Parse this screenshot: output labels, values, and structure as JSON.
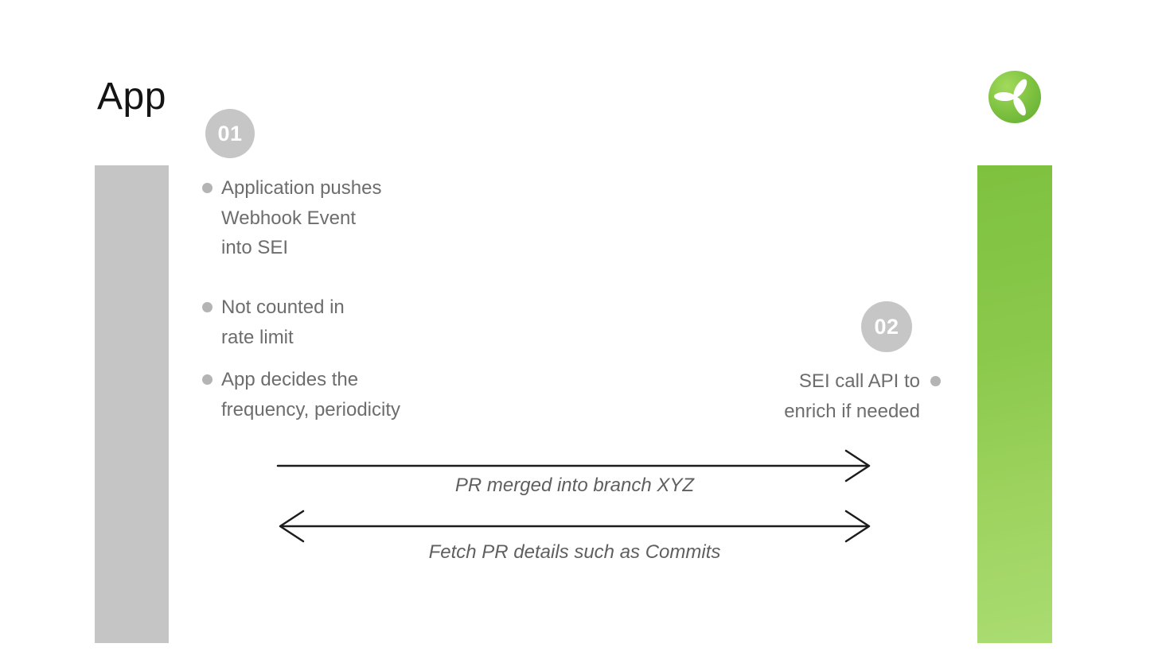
{
  "diagram": {
    "app_lane_label": "App",
    "steps": [
      {
        "number": "01",
        "bullets": [
          {
            "lines": [
              "Application pushes",
              "Webhook Event",
              "into SEI"
            ]
          },
          {
            "lines": [
              "Not counted in",
              "rate limit"
            ]
          },
          {
            "lines": [
              "App decides the",
              "frequency, periodicity"
            ]
          }
        ]
      },
      {
        "number": "02",
        "bullets": [
          {
            "lines": [
              "SEI call API to",
              "enrich if needed"
            ]
          }
        ]
      }
    ],
    "arrows": [
      {
        "label": "PR merged into branch XYZ",
        "direction": "right"
      },
      {
        "label": "Fetch PR details such as Commits",
        "direction": "both"
      }
    ],
    "icons": {
      "logo": "sei-propeller-logo"
    },
    "colors": {
      "lane_gray": "#c5c5c5",
      "badge_gray": "#c6c6c6",
      "text_gray": "#6d6d6d",
      "bullet_dot_gray": "#b4b4b4",
      "label_gray": "#5f5f5f",
      "arrow_black": "#1c1c1c",
      "green_gradient_top": "#7ec13f",
      "green_gradient_bottom": "#aadc72",
      "logo_green": "#7fc241"
    }
  }
}
